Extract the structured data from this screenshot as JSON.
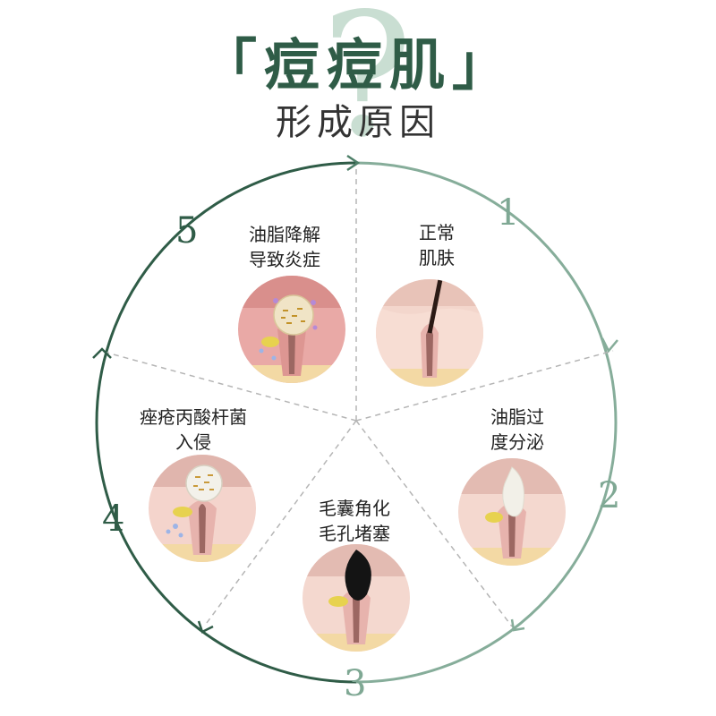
{
  "header": {
    "bracket_open": "「",
    "title": "痘痘肌",
    "bracket_close": "」",
    "subtitle": "形成原因"
  },
  "steps": [
    {
      "number": "1",
      "label_line1": "正常",
      "label_line2": "肌肤"
    },
    {
      "number": "2",
      "label_line1": "油脂过",
      "label_line2": "度分泌"
    },
    {
      "number": "3",
      "label_line1": "毛囊角化",
      "label_line2": "毛孔堵塞"
    },
    {
      "number": "4",
      "label_line1": "痤疮丙酸杆菌",
      "label_line2": "入侵"
    },
    {
      "number": "5",
      "label_line1": "油脂降解",
      "label_line2": "导致炎症"
    }
  ],
  "colors": {
    "circle_dark": "#2f5c47",
    "circle_light": "#8fb5a3",
    "skin": "#f6d9d0",
    "inflamed": "#e6a3a2",
    "sebum": "#f2f0e8",
    "blackhead": "#141414",
    "bacteria_yellow": "#d9b24a"
  }
}
